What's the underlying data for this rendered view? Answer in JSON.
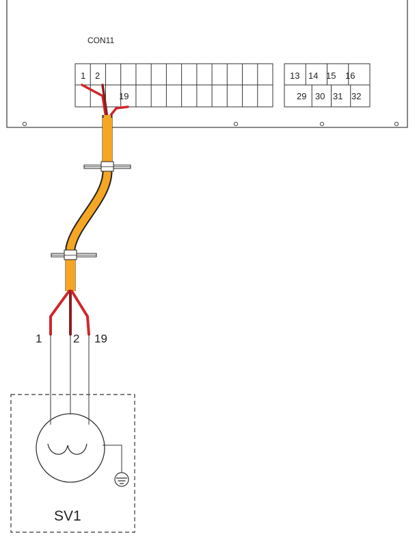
{
  "connector": {
    "name": "CON11",
    "left_block": {
      "top_labels": [
        "1",
        "2"
      ],
      "bottom_labels": [
        "19"
      ]
    },
    "right_block": {
      "top_labels": [
        "13",
        "14",
        "15",
        "16"
      ],
      "bottom_labels": [
        "29",
        "30",
        "31",
        "32"
      ]
    }
  },
  "wire_labels": [
    "1",
    "2",
    "19"
  ],
  "valve": {
    "label": "SV1"
  },
  "colors": {
    "cable": "#f5a623",
    "wire_red": "#d0262b",
    "wire_dark_red": "#8c1d1d",
    "line": "#333333"
  }
}
